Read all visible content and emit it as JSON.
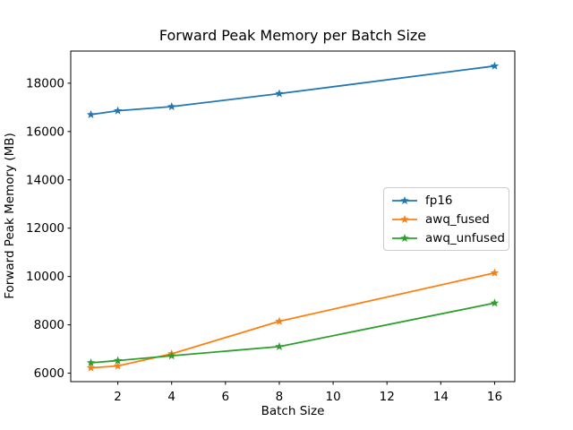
{
  "chart_data": {
    "type": "line",
    "title": "Forward Peak Memory per Batch Size",
    "xlabel": "Batch Size",
    "ylabel": "Forward Peak Memory (MB)",
    "x": [
      1,
      2,
      4,
      8,
      16
    ],
    "series": [
      {
        "name": "fp16",
        "color": "#1f77b4",
        "values": [
          16700,
          16860,
          17030,
          17570,
          18710
        ]
      },
      {
        "name": "awq_fused",
        "color": "#ff7f0e",
        "values": [
          6220,
          6300,
          6800,
          8150,
          10150
        ]
      },
      {
        "name": "awq_unfused",
        "color": "#2ca02c",
        "values": [
          6430,
          6520,
          6720,
          7100,
          8900
        ]
      }
    ],
    "xticks": [
      2,
      4,
      6,
      8,
      10,
      12,
      14,
      16
    ],
    "yticks": [
      6000,
      8000,
      10000,
      12000,
      14000,
      16000,
      18000
    ],
    "xlim": [
      0.25,
      16.75
    ],
    "ylim": [
      5650,
      19330
    ],
    "marker": "star",
    "grid": false,
    "legend": {
      "position": "center-right",
      "entries": [
        "fp16",
        "awq_fused",
        "awq_unfused"
      ]
    },
    "axis_color": "#000000",
    "background_color": "#ffffff"
  }
}
